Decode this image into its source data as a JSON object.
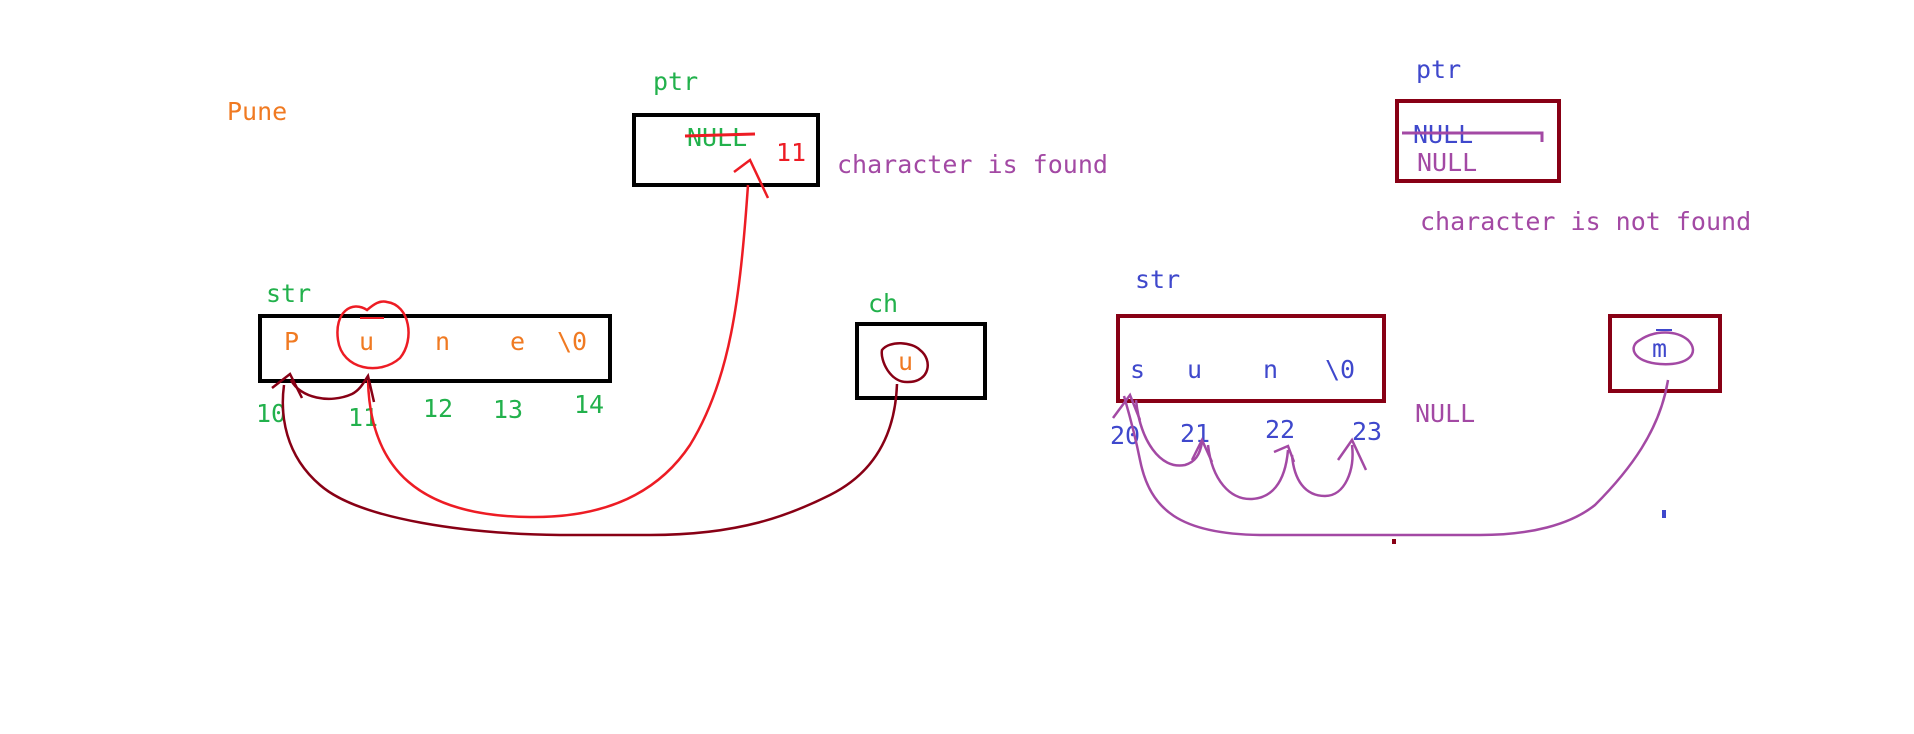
{
  "colors": {
    "orange": "#f07a22",
    "green": "#22b14c",
    "red": "#ed1c24",
    "purple": "#a349a4",
    "blue": "#3f48cc",
    "maroon": "#880015",
    "black": "#000000"
  },
  "left_example": {
    "heading": "Pune",
    "ptr": {
      "label": "ptr",
      "struck_value": "NULL",
      "value": "11",
      "message": "character is found"
    },
    "str": {
      "label": "str",
      "cells": [
        "P",
        "u",
        "n",
        "e",
        "\\0"
      ],
      "addresses": [
        "10",
        "11",
        "12",
        "13",
        "14"
      ]
    },
    "ch": {
      "label": "ch",
      "value": "u"
    }
  },
  "right_example": {
    "ptr": {
      "label": "ptr",
      "struck_value": "NULL",
      "value": "NULL",
      "message": "character is not found"
    },
    "str": {
      "label": "str",
      "cells": [
        "s",
        "u",
        "n",
        "\\0"
      ],
      "addresses": [
        "20",
        "21",
        "22",
        "23"
      ],
      "end_value": "NULL"
    },
    "ch": {
      "value": "m"
    }
  }
}
